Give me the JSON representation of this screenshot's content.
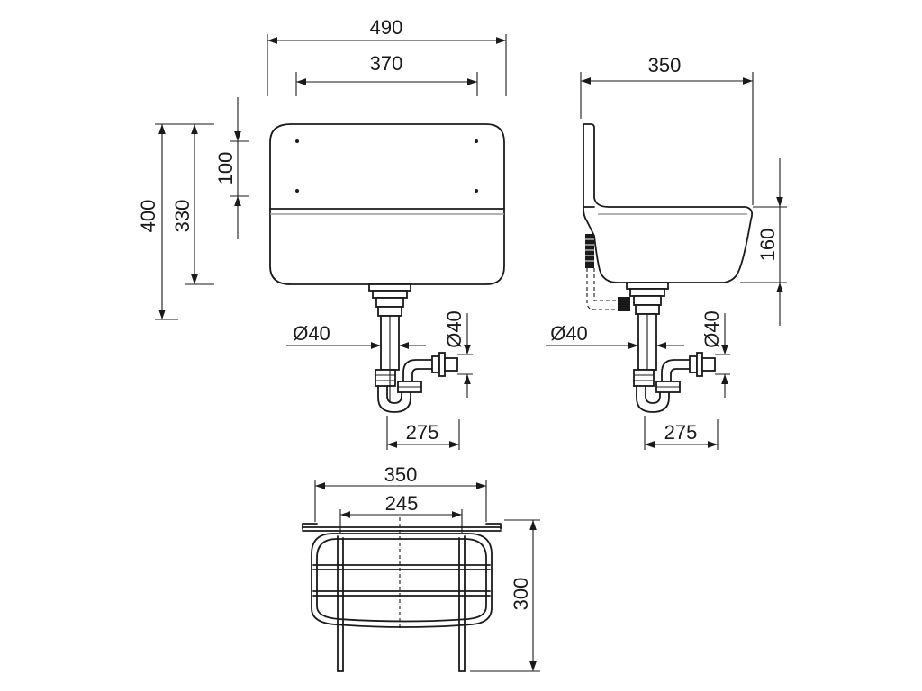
{
  "front_view": {
    "width_overall": "490",
    "width_inner": "370",
    "height_overall": "400",
    "height_basin": "330",
    "height_upper": "100",
    "outlet_diameter": "Ø40",
    "trap_diameter": "Ø40",
    "trap_depth": "275"
  },
  "side_view": {
    "depth": "350",
    "bowl_height": "160",
    "outlet_diameter": "Ø40",
    "trap_diameter": "Ø40",
    "trap_depth": "275"
  },
  "grate_view": {
    "width_overall": "350",
    "width_inner": "245",
    "depth": "300"
  }
}
